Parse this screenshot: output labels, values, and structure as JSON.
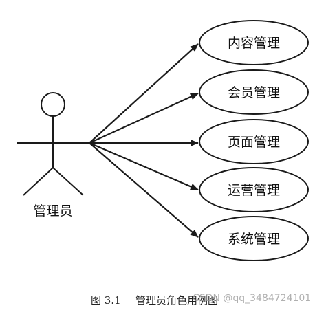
{
  "actor": {
    "name": "管理员"
  },
  "use_cases": [
    {
      "label": "内容管理"
    },
    {
      "label": "会员管理"
    },
    {
      "label": "页面管理"
    },
    {
      "label": "运营管理"
    },
    {
      "label": "系统管理"
    }
  ],
  "caption": {
    "figure_label": "图 3.1",
    "title": "管理员角色用例图"
  },
  "watermark": "CSDN @qq_3484724101",
  "colors": {
    "stroke": "#1a1a1a",
    "text": "#111111",
    "background": "#ffffff"
  }
}
